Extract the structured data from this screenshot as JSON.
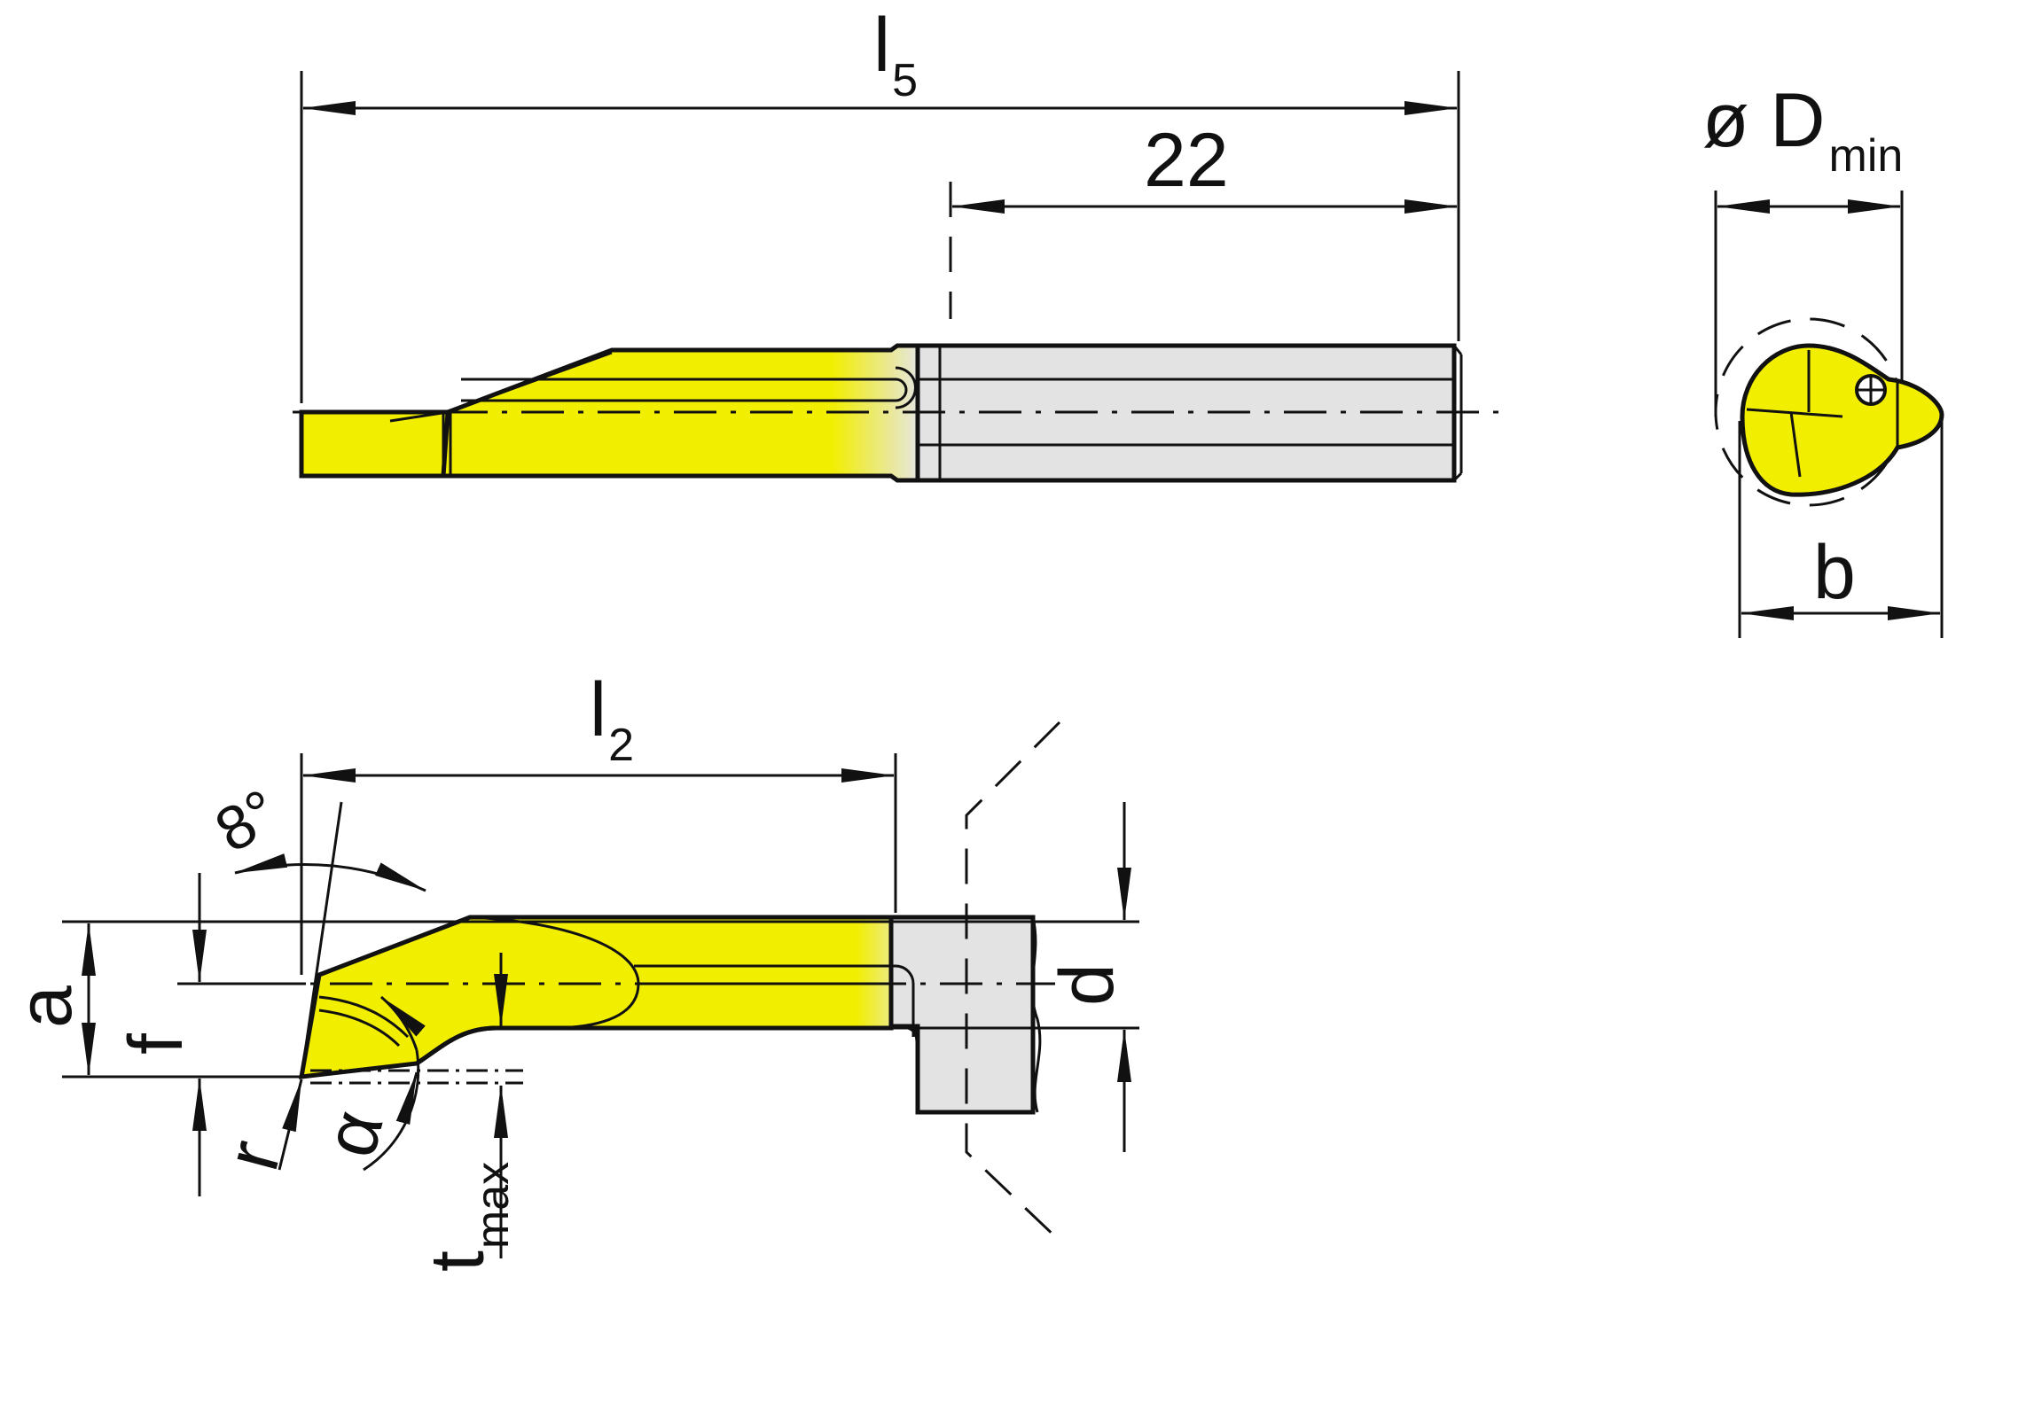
{
  "labels": {
    "l5": {
      "main": "l",
      "sub": "5"
    },
    "len22": "22",
    "dmin": {
      "main": "ø D",
      "sub": "min"
    },
    "b": "b",
    "l2": {
      "main": "l",
      "sub": "2"
    },
    "angle8": "8°",
    "a": "a",
    "f": "f",
    "d": "d",
    "r": "r",
    "alpha": "α",
    "tmax": {
      "main": "t",
      "sub": "max"
    }
  },
  "colors": {
    "carbide": "#f2ee00",
    "shank": "#e3e3e3",
    "line": "#111111"
  }
}
